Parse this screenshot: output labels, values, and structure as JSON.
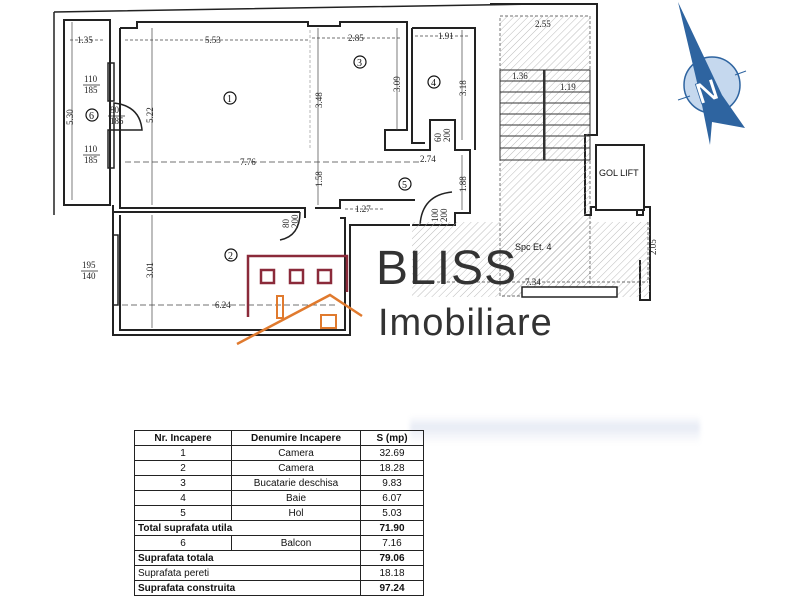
{
  "floorplan": {
    "rooms": [
      {
        "num": "1",
        "name": "Camera"
      },
      {
        "num": "2",
        "name": "Camera"
      },
      {
        "num": "3",
        "name": "Bucatarie deschisa"
      },
      {
        "num": "4",
        "name": "Baie"
      },
      {
        "num": "5",
        "name": "Hol"
      },
      {
        "num": "6",
        "name": "Balcon"
      }
    ],
    "dimensions": {
      "balcony_width": "1.35",
      "balcony_length": "5.30",
      "room1_width": "5.53",
      "room1_height": "5.22",
      "room1_total_width": "7.76",
      "room3_width": "2.85",
      "room3_height_left": "3.48",
      "room3_height_right": "3.09",
      "room4_width": "1.91",
      "room4_height": "3.18",
      "hall_width": "2.74",
      "hall_height": "1.58",
      "hall_short": "1.27",
      "hall_right": "1.88",
      "room2_height": "3.01",
      "room2_width": "6.24",
      "stair_width": "2.55",
      "stair_flight_left": "1.36",
      "stair_flight_right": "1.19",
      "landing_width": "7.34",
      "landing_height": "2.05"
    },
    "openings": {
      "window_top": {
        "w": "110",
        "h": "185"
      },
      "balcony_door": {
        "w": "80",
        "h": "185"
      },
      "window_bottom": {
        "w": "110",
        "h": "185"
      },
      "room2_window": {
        "w": "195",
        "h": "140"
      },
      "door_room4": {
        "w": "60",
        "h": "200"
      },
      "door_room2": {
        "w": "80",
        "h": "200"
      },
      "door_entry": {
        "w": "100",
        "h": "200"
      }
    },
    "labels": {
      "lift": "GOL  LIFT",
      "landing": "Spc Et. 4"
    },
    "compass": {
      "letter": "N",
      "color": "#2e64a0",
      "circle_color": "#c5d8ee"
    }
  },
  "logo": {
    "line1": "BLISS",
    "line2": "Imobiliare",
    "house_color": "#8b2a3a",
    "roof_color": "#e07a2e"
  },
  "area_table": {
    "headers": [
      "Nr. Incapere",
      "Denumire Incapere",
      "S (mp)"
    ],
    "rows": [
      {
        "nr": "1",
        "name": "Camera",
        "area": "32.69"
      },
      {
        "nr": "2",
        "name": "Camera",
        "area": "18.28"
      },
      {
        "nr": "3",
        "name": "Bucatarie deschisa",
        "area": "9.83"
      },
      {
        "nr": "4",
        "name": "Baie",
        "area": "6.07"
      },
      {
        "nr": "5",
        "name": "Hol",
        "area": "5.03"
      }
    ],
    "total_util": {
      "label": "Total suprafata utila",
      "area": "71.90"
    },
    "balcony": {
      "nr": "6",
      "name": "Balcon",
      "area": "7.16"
    },
    "total": {
      "label": "Suprafata totala",
      "area": "79.06"
    },
    "walls": {
      "label": "Suprafata pereti",
      "area": "18.18"
    },
    "built": {
      "label": "Suprafata construita",
      "area": "97.24"
    }
  }
}
